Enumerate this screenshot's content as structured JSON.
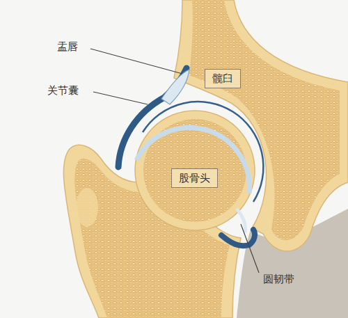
{
  "diagram": {
    "nodes": [
      {
        "text": [
          "髋臼"
        ]
      },
      {
        "text": [
          "股骨头"
        ]
      }
    ],
    "labels": [
      "盂唇",
      "关节囊",
      "圆韧带"
    ]
  }
}
